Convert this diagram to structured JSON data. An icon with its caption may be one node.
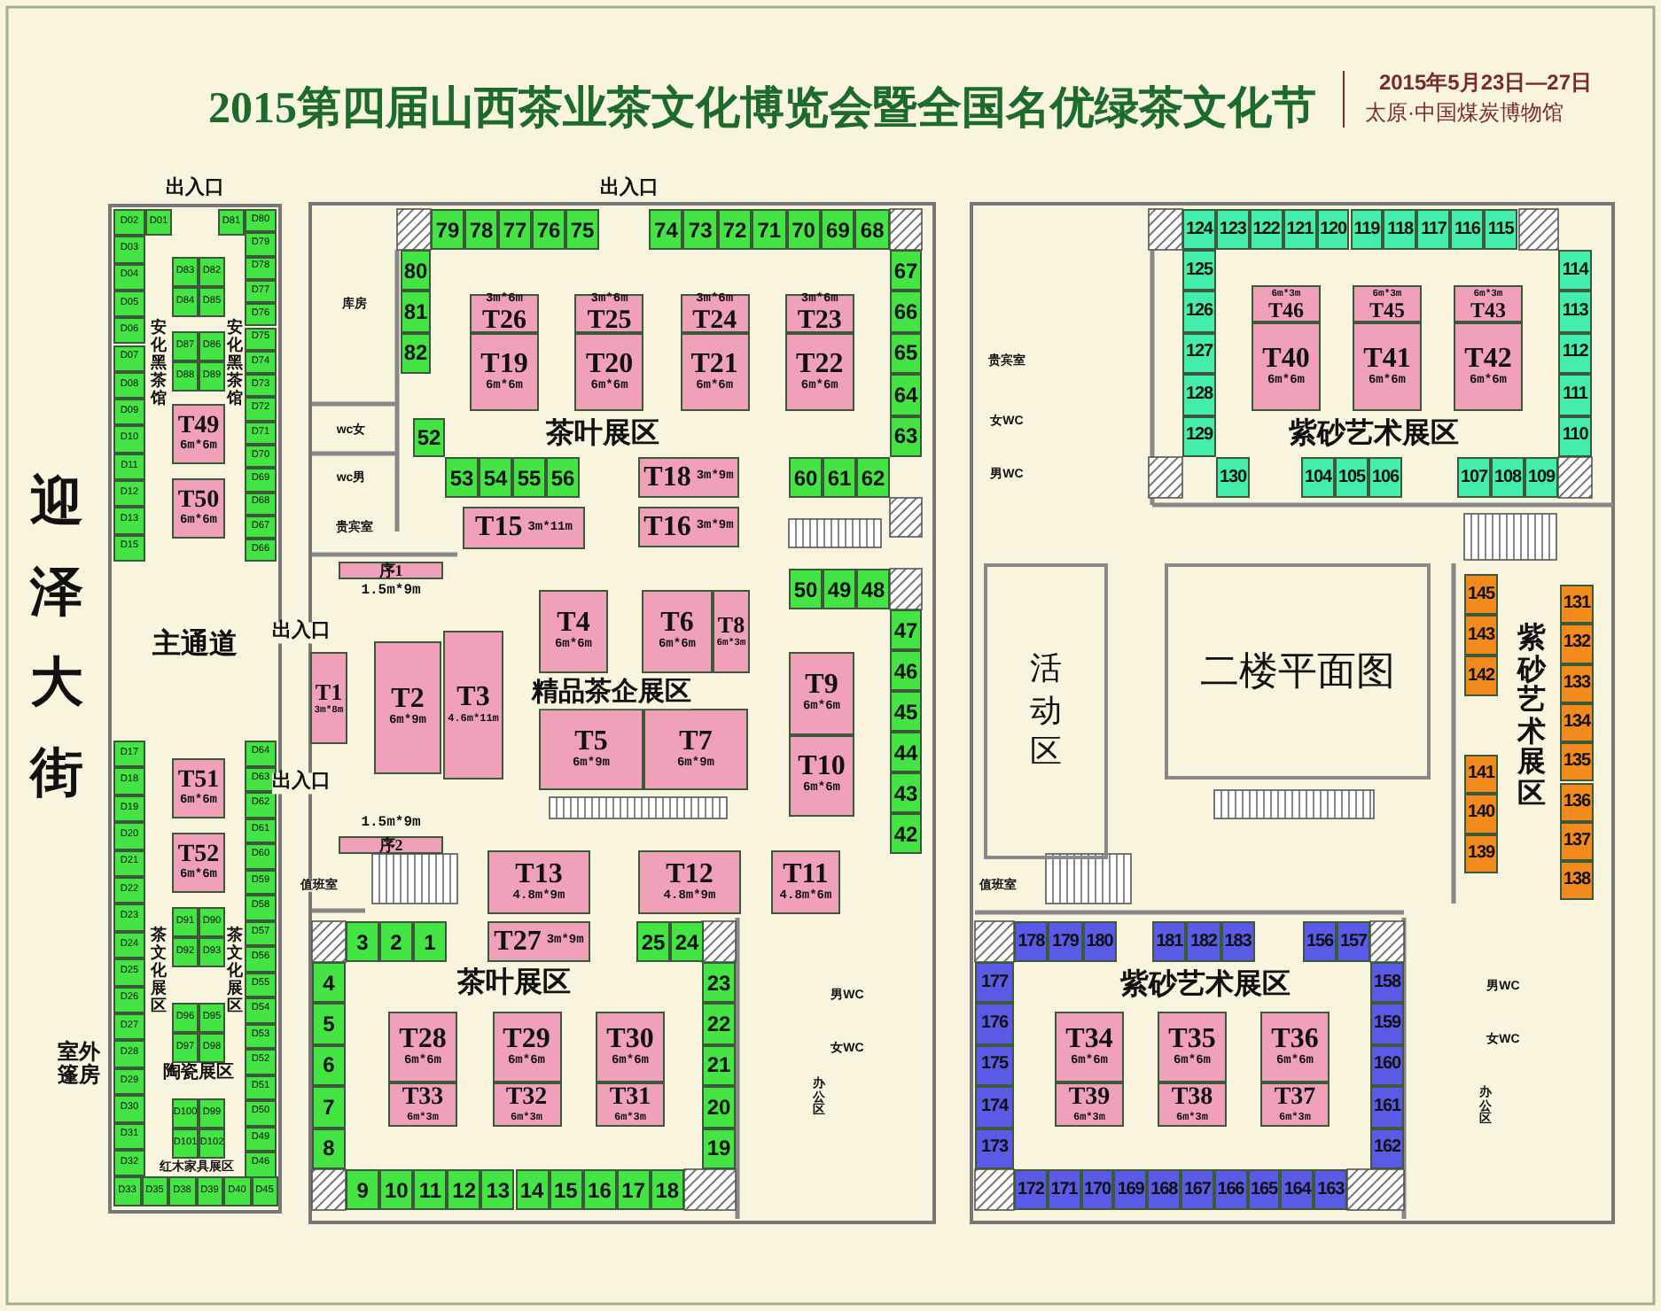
{
  "diagram": {
    "title": "2015第四届山西茶业茶文化博览会暨全国名优绿茶文化节",
    "nodes": [
      {
        "text": [
          "D01"
        ]
      },
      {
        "text": [
          "D02"
        ]
      },
      {
        "text": [
          "D03"
        ]
      },
      {
        "text": [
          "D04"
        ]
      },
      {
        "text": [
          "D05"
        ]
      },
      {
        "text": [
          "D06"
        ]
      },
      {
        "text": [
          "D07"
        ]
      },
      {
        "text": [
          "D08"
        ]
      },
      {
        "text": [
          "D09"
        ]
      },
      {
        "text": [
          "D10"
        ]
      },
      {
        "text": [
          "D11"
        ]
      },
      {
        "text": [
          "D12"
        ]
      },
      {
        "text": [
          "D13"
        ]
      },
      {
        "text": [
          "D15"
        ]
      },
      {
        "text": [
          "D81"
        ]
      },
      {
        "text": [
          "D80"
        ]
      },
      {
        "text": [
          "D79"
        ]
      },
      {
        "text": [
          "D78"
        ]
      },
      {
        "text": [
          "D77"
        ]
      },
      {
        "text": [
          "D76"
        ]
      },
      {
        "text": [
          "D75"
        ]
      },
      {
        "text": [
          "D74"
        ]
      },
      {
        "text": [
          "D73"
        ]
      },
      {
        "text": [
          "D72"
        ]
      },
      {
        "text": [
          "D71"
        ]
      },
      {
        "text": [
          "D70"
        ]
      },
      {
        "text": [
          "D69"
        ]
      },
      {
        "text": [
          "D68"
        ]
      },
      {
        "text": [
          "D67"
        ]
      },
      {
        "text": [
          "D66"
        ]
      },
      {
        "text": [
          "D83"
        ]
      },
      {
        "text": [
          "D82"
        ]
      },
      {
        "text": [
          "D84"
        ]
      },
      {
        "text": [
          "D85"
        ]
      },
      {
        "text": [
          "D87"
        ]
      },
      {
        "text": [
          "D86"
        ]
      },
      {
        "text": [
          "D88"
        ]
      },
      {
        "text": [
          "D89"
        ]
      },
      {
        "text": [
          "T49",
          "6m*6m"
        ]
      },
      {
        "text": [
          "T50",
          "6m*6m"
        ]
      },
      {
        "text": [
          "D17"
        ]
      },
      {
        "text": [
          "D18"
        ]
      },
      {
        "text": [
          "D19"
        ]
      },
      {
        "text": [
          "D20"
        ]
      },
      {
        "text": [
          "D21"
        ]
      },
      {
        "text": [
          "D22"
        ]
      },
      {
        "text": [
          "D23"
        ]
      },
      {
        "text": [
          "D24"
        ]
      },
      {
        "text": [
          "D25"
        ]
      },
      {
        "text": [
          "D26"
        ]
      },
      {
        "text": [
          "D27"
        ]
      },
      {
        "text": [
          "D28"
        ]
      },
      {
        "text": [
          "D29"
        ]
      },
      {
        "text": [
          "D30"
        ]
      },
      {
        "text": [
          "D31"
        ]
      },
      {
        "text": [
          "D32"
        ]
      },
      {
        "text": [
          "D33"
        ]
      },
      {
        "text": [
          "D35"
        ]
      },
      {
        "text": [
          "D38"
        ]
      },
      {
        "text": [
          "D39"
        ]
      },
      {
        "text": [
          "D40"
        ]
      },
      {
        "text": [
          "D45"
        ]
      },
      {
        "text": [
          "D64"
        ]
      },
      {
        "text": [
          "D63"
        ]
      },
      {
        "text": [
          "D62"
        ]
      },
      {
        "text": [
          "D61"
        ]
      },
      {
        "text": [
          "D60"
        ]
      },
      {
        "text": [
          "D59"
        ]
      },
      {
        "text": [
          "D58"
        ]
      },
      {
        "text": [
          "D57"
        ]
      },
      {
        "text": [
          "D56"
        ]
      },
      {
        "text": [
          "D55"
        ]
      },
      {
        "text": [
          "D54"
        ]
      },
      {
        "text": [
          "D53"
        ]
      },
      {
        "text": [
          "D52"
        ]
      },
      {
        "text": [
          "D51"
        ]
      },
      {
        "text": [
          "D50"
        ]
      },
      {
        "text": [
          "D49"
        ]
      },
      {
        "text": [
          "D46"
        ]
      },
      {
        "text": [
          "T51",
          "6m*6m"
        ]
      },
      {
        "text": [
          "T52",
          "6m*6m"
        ]
      },
      {
        "text": [
          "D91"
        ]
      },
      {
        "text": [
          "D90"
        ]
      },
      {
        "text": [
          "D92"
        ]
      },
      {
        "text": [
          "D93"
        ]
      },
      {
        "text": [
          "D96"
        ]
      },
      {
        "text": [
          "D95"
        ]
      },
      {
        "text": [
          "D97"
        ]
      },
      {
        "text": [
          "D98"
        ]
      },
      {
        "text": [
          "D100"
        ]
      },
      {
        "text": [
          "D99"
        ]
      },
      {
        "text": [
          "D101"
        ]
      },
      {
        "text": [
          "D102"
        ]
      },
      {
        "text": [
          "79"
        ]
      },
      {
        "text": [
          "78"
        ]
      },
      {
        "text": [
          "77"
        ]
      },
      {
        "text": [
          "76"
        ]
      },
      {
        "text": [
          "75"
        ]
      },
      {
        "text": [
          "74"
        ]
      },
      {
        "text": [
          "73"
        ]
      },
      {
        "text": [
          "72"
        ]
      },
      {
        "text": [
          "71"
        ]
      },
      {
        "text": [
          "70"
        ]
      },
      {
        "text": [
          "69"
        ]
      },
      {
        "text": [
          "68"
        ]
      },
      {
        "text": [
          "80"
        ]
      },
      {
        "text": [
          "81"
        ]
      },
      {
        "text": [
          "82"
        ]
      },
      {
        "text": [
          "67"
        ]
      },
      {
        "text": [
          "66"
        ]
      },
      {
        "text": [
          "65"
        ]
      },
      {
        "text": [
          "64"
        ]
      },
      {
        "text": [
          "63"
        ]
      },
      {
        "text": [
          "3m*6m",
          "T26"
        ]
      },
      {
        "text": [
          "3m*6m",
          "T25"
        ]
      },
      {
        "text": [
          "3m*6m",
          "T24"
        ]
      },
      {
        "text": [
          "3m*6m",
          "T23"
        ]
      },
      {
        "text": [
          "T19",
          "6m*6m"
        ]
      },
      {
        "text": [
          "T20",
          "6m*6m"
        ]
      },
      {
        "text": [
          "T21",
          "6m*6m"
        ]
      },
      {
        "text": [
          "T22",
          "6m*6m"
        ]
      },
      {
        "text": [
          "52"
        ]
      },
      {
        "text": [
          "53"
        ]
      },
      {
        "text": [
          "54"
        ]
      },
      {
        "text": [
          "55"
        ]
      },
      {
        "text": [
          "56"
        ]
      },
      {
        "text": [
          "T18",
          "3m*9m"
        ]
      },
      {
        "text": [
          "60"
        ]
      },
      {
        "text": [
          "61"
        ]
      },
      {
        "text": [
          "62"
        ]
      },
      {
        "text": [
          "T15",
          "3m*11m"
        ]
      },
      {
        "text": [
          "T16",
          "3m*9m"
        ]
      },
      {
        "text": [
          "序1"
        ],
        "beside": [
          "1.5m*9m"
        ]
      },
      {
        "text": [
          "50"
        ]
      },
      {
        "text": [
          "49"
        ]
      },
      {
        "text": [
          "48"
        ]
      },
      {
        "text": [
          "47"
        ]
      },
      {
        "text": [
          "46"
        ]
      },
      {
        "text": [
          "45"
        ]
      },
      {
        "text": [
          "44"
        ]
      },
      {
        "text": [
          "43"
        ]
      },
      {
        "text": [
          "42"
        ]
      },
      {
        "text": [
          "T1",
          "3m*8m"
        ]
      },
      {
        "text": [
          "T2",
          "6m*9m"
        ]
      },
      {
        "text": [
          "T3",
          "4.6m*11m"
        ]
      },
      {
        "text": [
          "T4",
          "6m*6m"
        ]
      },
      {
        "text": [
          "T6",
          "6m*6m"
        ]
      },
      {
        "text": [
          "T8",
          "6m*3m"
        ]
      },
      {
        "text": [
          "T5",
          "6m*9m"
        ]
      },
      {
        "text": [
          "T7",
          "6m*9m"
        ]
      },
      {
        "text": [
          "T9",
          "6m*6m"
        ]
      },
      {
        "text": [
          "T10",
          "6m*6m"
        ]
      },
      {
        "text": [
          "序2"
        ],
        "beside": [
          "1.5m*9m"
        ]
      },
      {
        "text": [
          "T13",
          "4.8m*9m"
        ]
      },
      {
        "text": [
          "T12",
          "4.8m*9m"
        ]
      },
      {
        "text": [
          "T11",
          "4.8m*6m"
        ]
      },
      {
        "text": [
          "3"
        ]
      },
      {
        "text": [
          "2"
        ]
      },
      {
        "text": [
          "1"
        ]
      },
      {
        "text": [
          "T27",
          "3m*9m"
        ]
      },
      {
        "text": [
          "25"
        ]
      },
      {
        "text": [
          "24"
        ]
      },
      {
        "text": [
          "4"
        ]
      },
      {
        "text": [
          "5"
        ]
      },
      {
        "text": [
          "6"
        ]
      },
      {
        "text": [
          "7"
        ]
      },
      {
        "text": [
          "8"
        ]
      },
      {
        "text": [
          "23"
        ]
      },
      {
        "text": [
          "22"
        ]
      },
      {
        "text": [
          "21"
        ]
      },
      {
        "text": [
          "20"
        ]
      },
      {
        "text": [
          "19"
        ]
      },
      {
        "text": [
          "T28",
          "6m*6m"
        ]
      },
      {
        "text": [
          "T29",
          "6m*6m"
        ]
      },
      {
        "text": [
          "T30",
          "6m*6m"
        ]
      },
      {
        "text": [
          "T33",
          "6m*3m"
        ]
      },
      {
        "text": [
          "T32",
          "6m*3m"
        ]
      },
      {
        "text": [
          "T31",
          "6m*3m"
        ]
      },
      {
        "text": [
          "9"
        ]
      },
      {
        "text": [
          "10"
        ]
      },
      {
        "text": [
          "11"
        ]
      },
      {
        "text": [
          "12"
        ]
      },
      {
        "text": [
          "13"
        ]
      },
      {
        "text": [
          "14"
        ]
      },
      {
        "text": [
          "15"
        ]
      },
      {
        "text": [
          "16"
        ]
      },
      {
        "text": [
          "17"
        ]
      },
      {
        "text": [
          "18"
        ]
      },
      {
        "text": [
          "124"
        ]
      },
      {
        "text": [
          "123"
        ]
      },
      {
        "text": [
          "122"
        ]
      },
      {
        "text": [
          "121"
        ]
      },
      {
        "text": [
          "120"
        ]
      },
      {
        "text": [
          "119"
        ]
      },
      {
        "text": [
          "118"
        ]
      },
      {
        "text": [
          "117"
        ]
      },
      {
        "text": [
          "116"
        ]
      },
      {
        "text": [
          "115"
        ]
      },
      {
        "text": [
          "125"
        ]
      },
      {
        "text": [
          "126"
        ]
      },
      {
        "text": [
          "127"
        ]
      },
      {
        "text": [
          "128"
        ]
      },
      {
        "text": [
          "129"
        ]
      },
      {
        "text": [
          "114"
        ]
      },
      {
        "text": [
          "113"
        ]
      },
      {
        "text": [
          "112"
        ]
      },
      {
        "text": [
          "111"
        ]
      },
      {
        "text": [
          "110"
        ]
      },
      {
        "text": [
          "6m*3m",
          "T46"
        ]
      },
      {
        "text": [
          "6m*3m",
          "T45"
        ]
      },
      {
        "text": [
          "6m*3m",
          "T43"
        ]
      },
      {
        "text": [
          "T40",
          "6m*6m"
        ]
      },
      {
        "text": [
          "T41",
          "6m*6m"
        ]
      },
      {
        "text": [
          "T42",
          "6m*6m"
        ]
      },
      {
        "text": [
          "130"
        ]
      },
      {
        "text": [
          "104"
        ]
      },
      {
        "text": [
          "105"
        ]
      },
      {
        "text": [
          "106"
        ]
      },
      {
        "text": [
          "107"
        ]
      },
      {
        "text": [
          "108"
        ]
      },
      {
        "text": [
          "109"
        ]
      },
      {
        "text": [
          "145"
        ]
      },
      {
        "text": [
          "143"
        ]
      },
      {
        "text": [
          "142"
        ]
      },
      {
        "text": [
          "131"
        ]
      },
      {
        "text": [
          "132"
        ]
      },
      {
        "text": [
          "133"
        ]
      },
      {
        "text": [
          "134"
        ]
      },
      {
        "text": [
          "135"
        ]
      },
      {
        "text": [
          "136"
        ]
      },
      {
        "text": [
          "137"
        ]
      },
      {
        "text": [
          "138"
        ]
      },
      {
        "text": [
          "141"
        ]
      },
      {
        "text": [
          "140"
        ]
      },
      {
        "text": [
          "139"
        ]
      },
      {
        "text": [
          "活动区"
        ]
      },
      {
        "text": [
          "二楼平面图"
        ]
      },
      {
        "text": [
          "178"
        ]
      },
      {
        "text": [
          "179"
        ]
      },
      {
        "text": [
          "180"
        ]
      },
      {
        "text": [
          "181"
        ]
      },
      {
        "text": [
          "182"
        ]
      },
      {
        "text": [
          "183"
        ]
      },
      {
        "text": [
          "156"
        ]
      },
      {
        "text": [
          "157"
        ]
      },
      {
        "text": [
          "177"
        ]
      },
      {
        "text": [
          "176"
        ]
      },
      {
        "text": [
          "175"
        ]
      },
      {
        "text": [
          "174"
        ]
      },
      {
        "text": [
          "173"
        ]
      },
      {
        "text": [
          "158"
        ]
      },
      {
        "text": [
          "159"
        ]
      },
      {
        "text": [
          "160"
        ]
      },
      {
        "text": [
          "161"
        ]
      },
      {
        "text": [
          "162"
        ]
      },
      {
        "text": [
          "T34",
          "6m*6m"
        ]
      },
      {
        "text": [
          "T35",
          "6m*6m"
        ]
      },
      {
        "text": [
          "T36",
          "6m*6m"
        ]
      },
      {
        "text": [
          "T39",
          "6m*3m"
        ]
      },
      {
        "text": [
          "T38",
          "6m*3m"
        ]
      },
      {
        "text": [
          "T37",
          "6m*3m"
        ]
      },
      {
        "text": [
          "172"
        ]
      },
      {
        "text": [
          "171"
        ]
      },
      {
        "text": [
          "170"
        ]
      },
      {
        "text": [
          "169"
        ]
      },
      {
        "text": [
          "168"
        ]
      },
      {
        "text": [
          "167"
        ]
      },
      {
        "text": [
          "166"
        ]
      },
      {
        "text": [
          "165"
        ]
      },
      {
        "text": [
          "164"
        ]
      },
      {
        "text": [
          "163"
        ]
      }
    ],
    "labels": [
      "2015年5月23日—27日",
      "太原·中国煤炭博物馆",
      "出入口",
      "出入口",
      "库房",
      "安化黑茶馆",
      "安化黑茶馆",
      "茶叶展区",
      "wc女",
      "迎泽大街",
      "wc男",
      "贵宾室",
      "贵宾室",
      "女WC",
      "男WC",
      "紫砂艺术展区",
      "主通道",
      "出入口",
      "精品茶企展区",
      "紫砂艺术展区",
      "出入口",
      "值班室",
      "值班室",
      "茶文化展区",
      "茶文化展区",
      "茶叶展区",
      "紫砂艺术展区",
      "男WC",
      "女WC",
      "男WC",
      "女WC",
      "陶瓷展区",
      "室外篷房",
      "办公区",
      "办公区",
      "红木家具展区"
    ]
  }
}
